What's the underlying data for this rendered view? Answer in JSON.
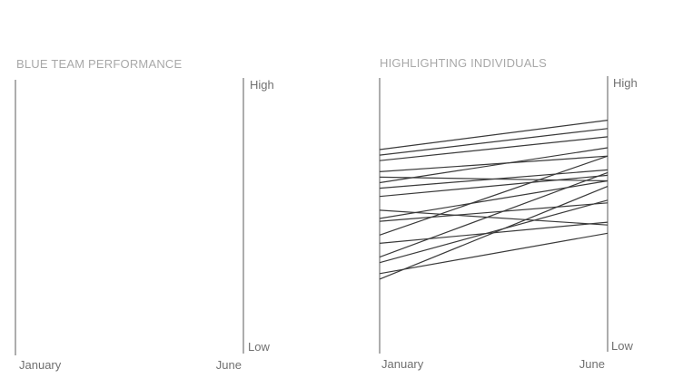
{
  "chart_data": [
    {
      "type": "line",
      "title": "BLUE TEAM PERFORMANCE",
      "x": [
        "January",
        "June"
      ],
      "y_tick_labels": [
        "High",
        "Low"
      ],
      "grid": false,
      "series": []
    },
    {
      "type": "line",
      "title": "HIGHLIGHTING INDIVIDUALS",
      "x": [
        "January",
        "June"
      ],
      "y_tick_labels": [
        "High",
        "Low"
      ],
      "grid": false,
      "series": [
        {
          "values": [
            0.74,
            0.84
          ]
        },
        {
          "values": [
            0.72,
            0.81
          ]
        },
        {
          "values": [
            0.7,
            0.78
          ]
        },
        {
          "values": [
            0.66,
            0.71
          ]
        },
        {
          "values": [
            0.64,
            0.62
          ]
        },
        {
          "values": [
            0.62,
            0.74
          ]
        },
        {
          "values": [
            0.6,
            0.66
          ]
        },
        {
          "values": [
            0.57,
            0.64
          ]
        },
        {
          "values": [
            0.52,
            0.46
          ]
        },
        {
          "values": [
            0.49,
            0.62
          ]
        },
        {
          "values": [
            0.48,
            0.54
          ]
        },
        {
          "values": [
            0.43,
            0.71
          ]
        },
        {
          "values": [
            0.4,
            0.47
          ]
        },
        {
          "values": [
            0.35,
            0.65
          ]
        },
        {
          "values": [
            0.33,
            0.55
          ]
        },
        {
          "values": [
            0.29,
            0.43
          ]
        },
        {
          "values": [
            0.27,
            0.6
          ]
        }
      ]
    }
  ]
}
